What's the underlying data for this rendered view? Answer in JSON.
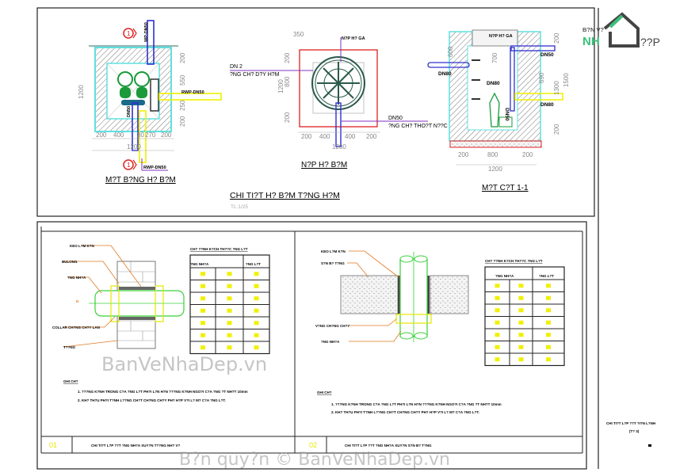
{
  "top_panel": {
    "main_title": "CHI TI?T H? B?M T?NG H?M",
    "scale": "TL:1/25",
    "plan": {
      "title": "M?T B?NG H? B?M",
      "section_mark": "1",
      "labels": {
        "top_pipe": "WP-DN50",
        "right_pipe": "RWP-DN50",
        "bottom_pipe": "RWP-DN50",
        "vertical_pipe": "DN50"
      },
      "bottom_dims": [
        "200",
        "400",
        "30",
        "270",
        "200"
      ],
      "total_dim": "1200",
      "right_dims": [
        "200",
        "550",
        "250",
        "200"
      ],
      "left_dim": "1200"
    },
    "cover": {
      "title": "N?P H? B?M",
      "top_dim": "350",
      "label_cover": "N?P H? GA",
      "label_pipe1": "DN 2",
      "label_pipe1_desc": "?NG CH? D?Y H?M",
      "label_pipe2": "DN50",
      "label_pipe2_desc": "?NG CH? THO?T N??C",
      "left_dims": [
        "200",
        "800",
        "200"
      ],
      "left_total": "1200",
      "bottom_dims": [
        "200",
        "400",
        "400",
        "200"
      ],
      "total_dim": "1200"
    },
    "section": {
      "title": "M?T C?T 1-1",
      "label_cover": "N?P H? GA",
      "pipes": [
        "DN50",
        "DN80",
        "DN80",
        "DN80",
        "DN50"
      ],
      "right_dims": [
        "200",
        "700",
        "690",
        "1300",
        "1500",
        "200"
      ],
      "left_dim": "600",
      "bottom_dims": [
        "200",
        "800",
        "200"
      ],
      "total_dim": "1200"
    }
  },
  "detail_01": {
    "number": "01",
    "caption": "CHI TI?T L?P ??T ?NG NH?A XUY?N T??NG NH? V?",
    "labels": [
      "KEO L?M K?N",
      "BULONG",
      "?NG NH?A",
      "COLLAR CH?NG CH?Y LAN",
      "T??NG"
    ],
    "dim": "D",
    "table_title": "CH? ??NH K?CH TH??C ?NG L?T",
    "table_headers": [
      "?NG NH?A",
      "?NG L?T"
    ],
    "notes_title": "GHI CH?",
    "notes": [
      "1. ???NG K?NH TRONG C?A ?NG L?T PH?I L?N H?N ???NG K?NH NGO?I C?A ?NG ?T NH?T 10mm",
      "2. KH? TH?U PH?I T?NH L??NG CH?T CH?NG CH?Y PH? H?P V?I L? M? C?A ?NG L?T."
    ]
  },
  "detail_02": {
    "number": "02",
    "caption": "CHI TI?T L?P ??T ?NG NH?A XUY?N S?N B? T?NG",
    "labels": [
      "KEO L?M K?N",
      "S?N B? T?NG",
      "V?NG CH?NG CH?Y",
      "?NG NH?A"
    ],
    "table_title": "CH? ??NH K?CH TH??C ?NG L?T",
    "table_headers": [
      "?NG NH?A",
      "?NG L?T"
    ],
    "notes_title": "GHI CH?",
    "notes": [
      "1. ???NG K?NH TRONG C?A ?NG L?T PH?I L?N H?N ???NG K?NH NGO?I C?A ?NG ?T NH?T 10mm",
      "2. KH? TH?U PH?I T?NH L??NG CH?T CH?NG CH?Y PH? H?P V?I L? M? C?A ?NG L?T."
    ]
  },
  "title_block": {
    "title": "CHI TI?T L?P ??T ?I?N L?NH",
    "subtitle": "(T? 3)"
  },
  "logo": {
    "line1": "B?N V?",
    "line2": "NH",
    "line3": "??P"
  },
  "watermarks": {
    "top": "BanVeNhaDep.vn",
    "bottom": "B?n quy?n © BanVeNhaDep.vn"
  },
  "colors": {
    "pipe_blue": "#3030d0",
    "pipe_yellow": "#f0f000",
    "pump_green": "#1a9a3a",
    "wall_cyan": "#60e0e0",
    "cover_red": "#e02020",
    "leader": "#e07820",
    "pointer": "#8030c0"
  }
}
